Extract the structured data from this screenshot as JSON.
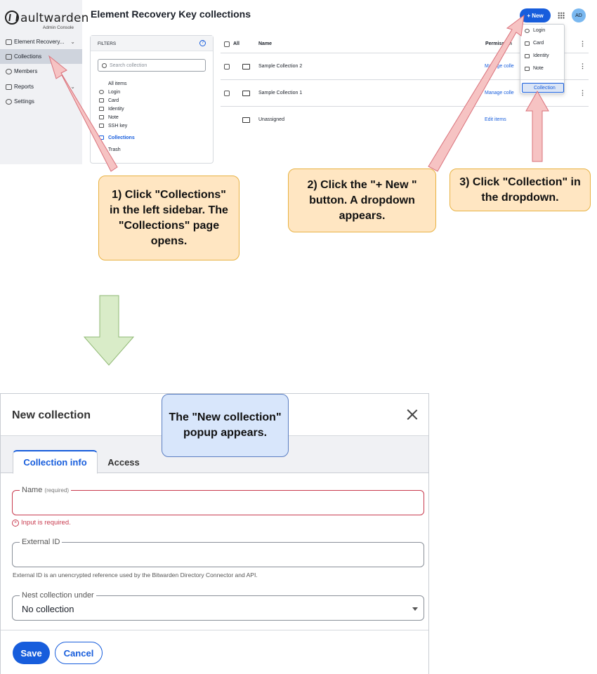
{
  "sidebar": {
    "logo_text": "aultwarden",
    "logo_sub": "Admin Console",
    "items": [
      {
        "label": "Element Recovery..."
      },
      {
        "label": "Collections"
      },
      {
        "label": "Members"
      },
      {
        "label": "Reports"
      },
      {
        "label": "Settings"
      }
    ]
  },
  "header": {
    "title": "Element Recovery Key collections",
    "new_label": "+ New",
    "avatar": "AD"
  },
  "filters": {
    "title": "FILTERS",
    "search_placeholder": "Search collection",
    "items": [
      "All items",
      "Login",
      "Card",
      "Identity",
      "Note",
      "SSH key"
    ],
    "collections": "Collections",
    "trash": "Trash"
  },
  "table": {
    "col_all": "All",
    "col_name": "Name",
    "col_perm": "Permission",
    "rows": [
      {
        "name": "Sample Collection 2",
        "perm": "Manage colle"
      },
      {
        "name": "Sample Collection 1",
        "perm": "Manage colle"
      },
      {
        "name": "Unassigned",
        "perm": "Edit items"
      }
    ]
  },
  "dropdown": {
    "items": [
      "Login",
      "Card",
      "Identity",
      "Note"
    ],
    "collection": "Collection"
  },
  "callouts": {
    "step1": "1) Click \"Collections\" in the left sidebar.  The \"Collections\" page opens.",
    "step2": "2) Click the \"+ New \" button.  A dropdown appears.",
    "step3": "3) Click \"Collection\" in the dropdown.",
    "popup": "The \"New collection\" popup appears."
  },
  "modal": {
    "title": "New collection",
    "tabs": [
      "Collection info",
      "Access"
    ],
    "name_label": "Name",
    "name_required": "(required)",
    "name_value": "",
    "error": "Input is required.",
    "external_label": "External ID",
    "external_value": "",
    "external_help": "External ID is an unencrypted reference used by the Bitwarden Directory Connector and API.",
    "nest_label": "Nest collection under",
    "nest_value": "No collection",
    "save": "Save",
    "cancel": "Cancel"
  },
  "colors": {
    "primary": "#175ddc",
    "callout": "#ffe6c2",
    "callout_border": "#e8b243",
    "popup_callout": "#d8e6fb",
    "arrow_red": "#f6c3c3",
    "arrow_green": "#d9ecc8",
    "error": "#c83a4e"
  }
}
